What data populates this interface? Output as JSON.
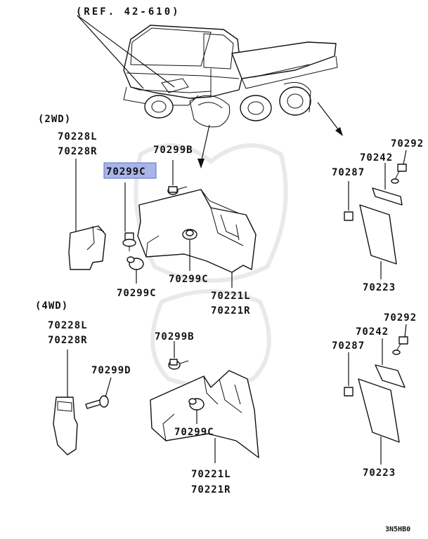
{
  "reference": "(REF. 42-610)",
  "sections": {
    "two_wd": "(2WD)",
    "four_wd": "(4WD)"
  },
  "labels": {
    "mudguard_l_2wd": "70228L",
    "mudguard_r_2wd": "70228R",
    "bolt_c_highlight": "70299C",
    "bolt_b_2wd": "70299B",
    "bolt_c_center_2wd": "70299C",
    "bolt_c_lower_2wd": "70299C",
    "splash_l_2wd": "70221L",
    "splash_r_2wd": "70221R",
    "rear_bolt_top": "70292",
    "rear_bracket_top": "70242",
    "rear_nut_top": "70287",
    "rear_flap_top": "70223",
    "mudguard_l_4wd": "70228L",
    "mudguard_r_4wd": "70228R",
    "bolt_b_4wd": "70299B",
    "bolt_d_4wd": "70299D",
    "bolt_c_4wd": "70299C",
    "splash_l_4wd": "70221L",
    "splash_r_4wd": "70221R",
    "rear_bolt_bottom": "70292",
    "rear_bracket_bottom": "70242",
    "rear_nut_bottom": "70287",
    "rear_flap_bottom": "70223"
  },
  "footer_code": "3N5HB0",
  "colors": {
    "highlight_fill": "#a9b5e8",
    "highlight_border": "#5a6fd0",
    "line": "#111111"
  }
}
